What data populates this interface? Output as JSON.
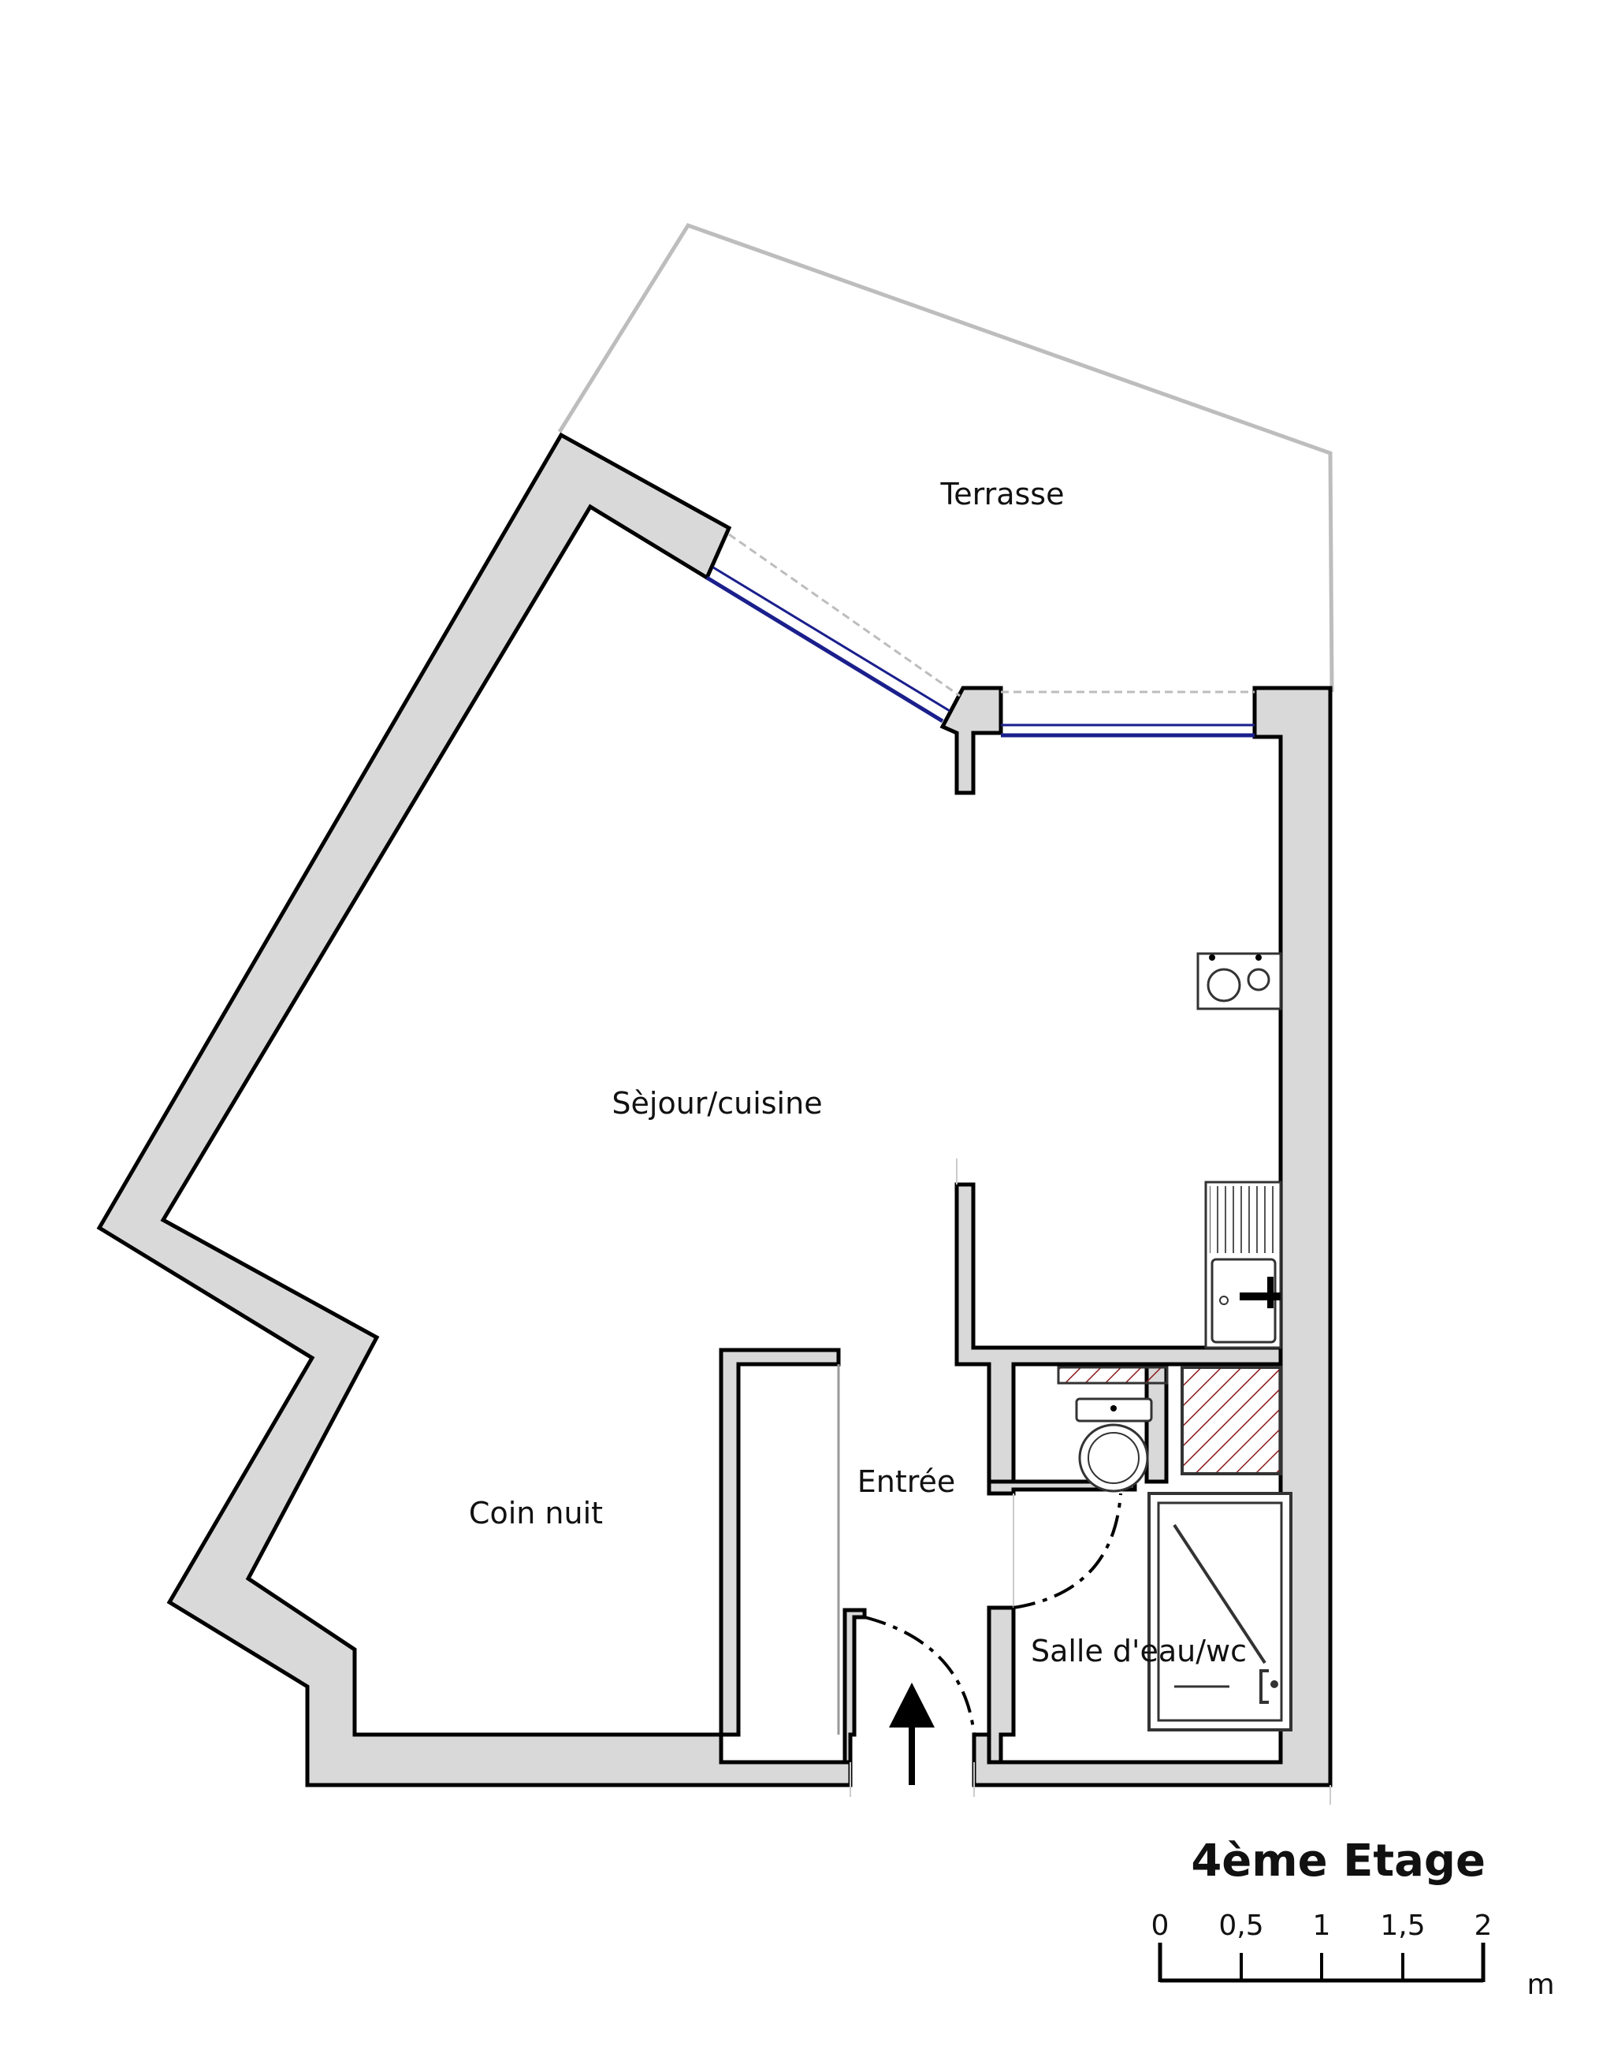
{
  "rooms": {
    "terrasse": "Terrasse",
    "sejour": "Sèjour/cuisine",
    "coin_nuit": "Coin nuit",
    "entree": "Entrée",
    "salle_eau": "Salle d'eau/wc"
  },
  "floor_title": "4ème Etage",
  "scale": {
    "ticks": [
      "0",
      "0,5",
      "1",
      "1,5",
      "2"
    ],
    "unit": "m"
  },
  "colors": {
    "wall_fill": "#d9d9d9",
    "window": "#1a1f8c",
    "terrace_outline": "#bdbdbd",
    "hatch": "#8b1a1a"
  }
}
